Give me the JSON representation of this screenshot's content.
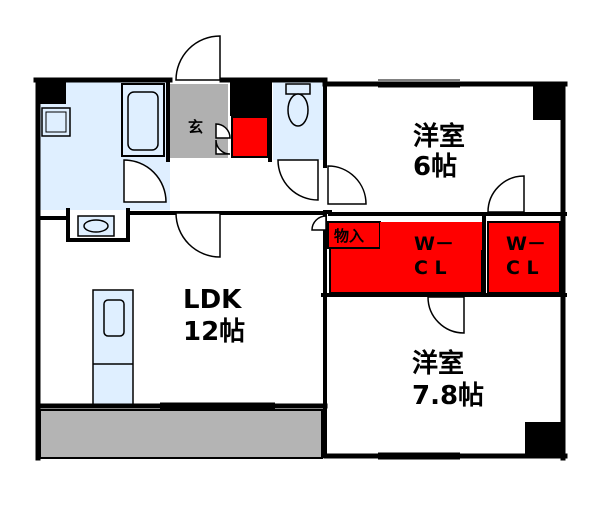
{
  "rooms": {
    "western_room_a": {
      "name": "洋室",
      "size": "6帖"
    },
    "ldk": {
      "name": "LDK",
      "size": "12帖"
    },
    "western_room_b": {
      "name": "洋室",
      "size": "7.8帖"
    },
    "entrance": {
      "label": "玄"
    },
    "storage": {
      "label": "物入"
    },
    "walk_in_closet_a": {
      "line1": "W－",
      "line2": "C L"
    },
    "walk_in_closet_b": {
      "line1": "W－",
      "line2": "C L"
    }
  },
  "colors": {
    "closet": "#ff0000",
    "entrance_floor": "#b0b0b0",
    "wet_area": "#dfefff",
    "balcony": "#b4b4b4",
    "wall": "#000000"
  }
}
